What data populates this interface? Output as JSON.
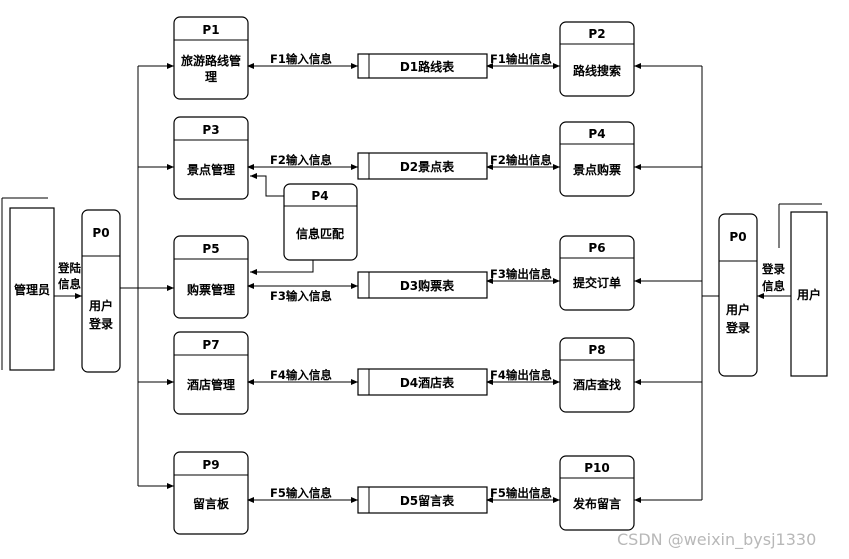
{
  "external": {
    "admin": "管理员",
    "user": "用户"
  },
  "login_left": {
    "id": "P0",
    "name1": "用户",
    "name2": "登录",
    "flow1": "登陆",
    "flow2": "信息"
  },
  "login_right": {
    "id": "P0",
    "name1": "用户",
    "name2": "登录",
    "flow1": "登录",
    "flow2": "信息"
  },
  "processes": {
    "p1": {
      "id": "P1",
      "name1": "旅游路线管",
      "name2": "理"
    },
    "p2": {
      "id": "P2",
      "name": "路线搜索"
    },
    "p3": {
      "id": "P3",
      "name": "景点管理"
    },
    "p4a": {
      "id": "P4",
      "name": "景点购票"
    },
    "p4b": {
      "id": "P4",
      "name": "信息匹配"
    },
    "p5": {
      "id": "P5",
      "name": "购票管理"
    },
    "p6": {
      "id": "P6",
      "name": "提交订单"
    },
    "p7": {
      "id": "P7",
      "name": "酒店管理"
    },
    "p8": {
      "id": "P8",
      "name": "酒店查找"
    },
    "p9": {
      "id": "P9",
      "name": "留言板"
    },
    "p10": {
      "id": "P10",
      "name": "发布留言"
    }
  },
  "stores": {
    "d1": "D1路线表",
    "d2": "D2景点表",
    "d3": "D3购票表",
    "d4": "D4酒店表",
    "d5": "D5留言表"
  },
  "flows": {
    "f1_in": "F1输入信息",
    "f1_out": "F1输出信息",
    "f2_in": "F2输入信息",
    "f2_out": "F2输出信息",
    "f3_in": "F3输入信息",
    "f3_out": "F3输出信息",
    "f4_in": "F4输入信息",
    "f4_out": "F4输出信息",
    "f5_in": "F5输入信息",
    "f5_out": "F5输出信息"
  },
  "watermark": "CSDN @weixin_bysj1330"
}
